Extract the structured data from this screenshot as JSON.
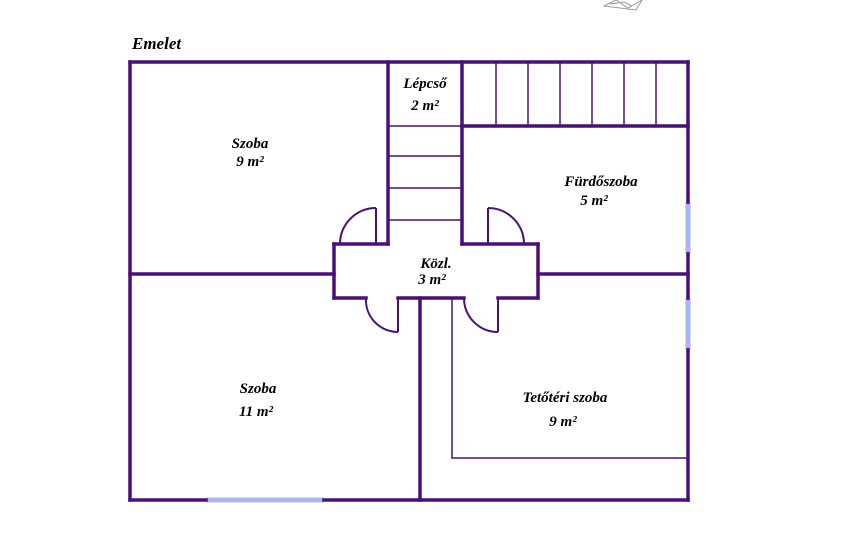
{
  "floor": {
    "title": "Emelet"
  },
  "rooms": {
    "szoba_top": {
      "name": "Szoba",
      "area": "9 m²"
    },
    "lepcso": {
      "name": "Lépcső",
      "area": "2 m²"
    },
    "furdoszoba": {
      "name": "Fürdőszoba",
      "area": "5 m²"
    },
    "kozl": {
      "name": "Közl.",
      "area": "3 m²"
    },
    "szoba_bottom": {
      "name": "Szoba",
      "area": "11 m²"
    },
    "tetoteri": {
      "name": "Tetőtéri szoba",
      "area": "9 m²"
    }
  },
  "colors": {
    "wall": "#4b0f7a",
    "window": "#aab4ee",
    "ink": "#000000"
  }
}
